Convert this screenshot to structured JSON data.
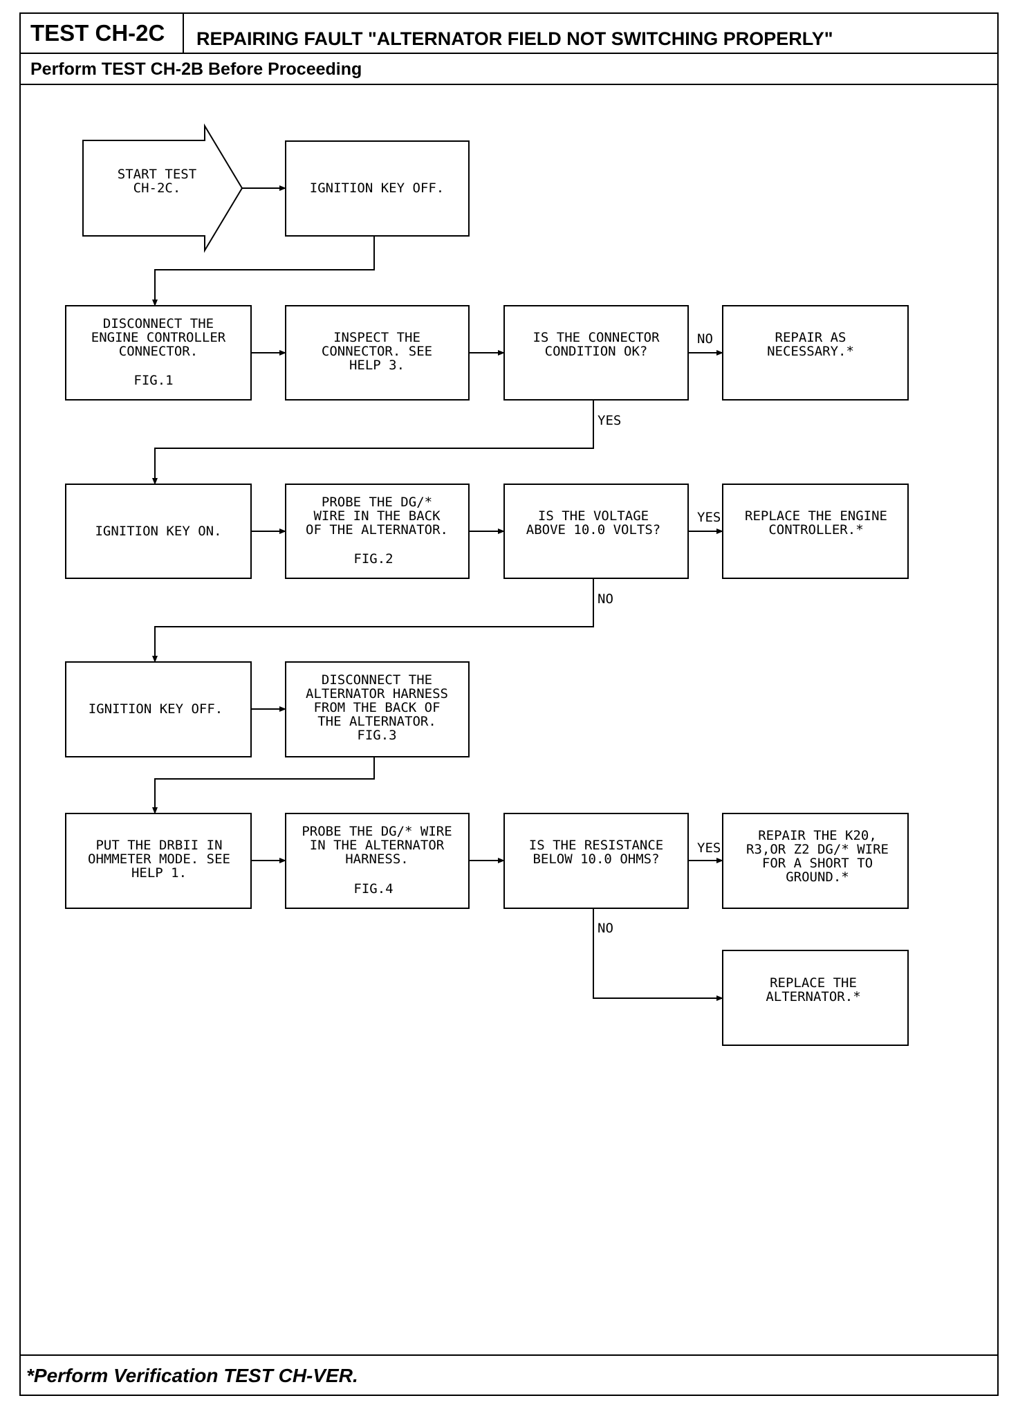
{
  "header": {
    "test_id": "TEST CH-2C",
    "title": "REPAIRING FAULT \"ALTERNATOR FIELD NOT SWITCHING PROPERLY\"",
    "subtitle": "Perform TEST CH-2B Before Proceeding"
  },
  "footer": {
    "note": "*Perform Verification TEST CH-VER."
  },
  "flowchart": {
    "start": [
      "START TEST",
      "CH-2C."
    ],
    "nodes": {
      "ignition_off_1": [
        "IGNITION KEY OFF."
      ],
      "disconnect_ec": [
        "DISCONNECT THE",
        "ENGINE CONTROLLER",
        "CONNECTOR."
      ],
      "disconnect_ec_fig": "FIG.1",
      "inspect": [
        "INSPECT THE",
        "CONNECTOR. SEE",
        "HELP 3."
      ],
      "connector_ok": [
        "IS THE CONNECTOR",
        "CONDITION OK?"
      ],
      "repair": [
        "REPAIR AS",
        "NECESSARY.*"
      ],
      "ignition_on": [
        "IGNITION KEY ON."
      ],
      "probe_back": [
        "PROBE THE DG/*",
        "WIRE IN THE BACK",
        "OF THE ALTERNATOR."
      ],
      "probe_back_fig": "FIG.2",
      "voltage_q": [
        "IS THE VOLTAGE",
        "ABOVE 10.0 VOLTS?"
      ],
      "replace_ec": [
        "REPLACE THE ENGINE",
        "CONTROLLER.*"
      ],
      "ignition_off_2": [
        "IGNITION KEY OFF."
      ],
      "disconnect_harness": [
        "DISCONNECT THE",
        "ALTERNATOR HARNESS",
        "FROM THE BACK OF",
        "THE ALTERNATOR.",
        "FIG.3"
      ],
      "put_drbii": [
        "PUT THE DRBII IN",
        "OHMMETER MODE. SEE",
        "HELP 1."
      ],
      "probe_harness": [
        "PROBE THE DG/* WIRE",
        "IN THE ALTERNATOR",
        "HARNESS."
      ],
      "probe_harness_fig": "FIG.4",
      "resistance_q": [
        "IS THE RESISTANCE",
        "BELOW 10.0 OHMS?"
      ],
      "repair_wire": [
        "REPAIR THE K20,",
        "R3,OR Z2 DG/* WIRE",
        "FOR A SHORT TO",
        "GROUND.*"
      ],
      "replace_alt": [
        "REPLACE THE",
        "ALTERNATOR.*"
      ]
    },
    "edge_labels": {
      "connector_no": "NO",
      "connector_yes": "YES",
      "voltage_yes": "YES",
      "voltage_no": "NO",
      "resistance_yes": "YES",
      "resistance_no": "NO"
    }
  }
}
